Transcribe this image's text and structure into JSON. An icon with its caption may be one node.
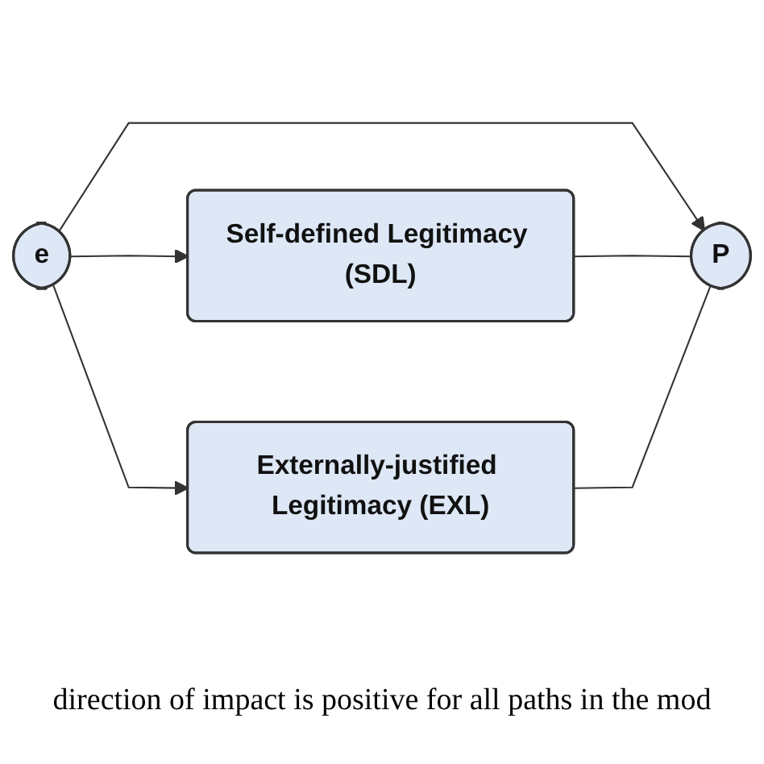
{
  "diagram": {
    "caption": "direction of impact is positive for all paths in the mod",
    "nodes": [
      {
        "text": [
          "e"
        ]
      },
      {
        "text": [
          "Self-defined Legitimacy (SDL)"
        ]
      },
      {
        "text": [
          "Externally-justified Legitimacy (EXL)"
        ]
      },
      {
        "text": [
          "P"
        ]
      }
    ],
    "edges": [
      {
        "from": 0,
        "to": 1,
        "arrow": "to"
      },
      {
        "from": 0,
        "to": 3,
        "arrow": "to"
      },
      {
        "from": 0,
        "to": 2,
        "arrow": "to"
      },
      {
        "from": 1,
        "to": 3,
        "arrow": "none"
      },
      {
        "from": 2,
        "to": 3,
        "arrow": "none"
      }
    ]
  }
}
